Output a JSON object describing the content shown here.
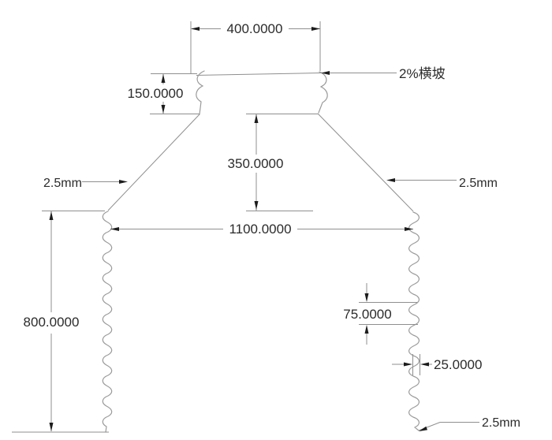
{
  "drawing": {
    "type": "cad-cross-section-dimension-drawing",
    "dims": {
      "top_width": "400.0000",
      "upper_height": "150.0000",
      "mid_height": "350.0000",
      "base_width": "1100.0000",
      "lower_height": "800.0000",
      "wave_pitch": "75.0000",
      "wave_depth": "25.0000"
    },
    "labels": {
      "cross_slope": "2%横坡",
      "left_thickness": "2.5mm",
      "right_thickness": "2.5mm",
      "bottom_thickness": "2.5mm"
    },
    "colors": {
      "background": "#ffffff",
      "line": "#8f8f8f",
      "break_line": "#9a9a9a",
      "arrow": "#1c1c1c",
      "text": "#2b2b2b"
    }
  }
}
